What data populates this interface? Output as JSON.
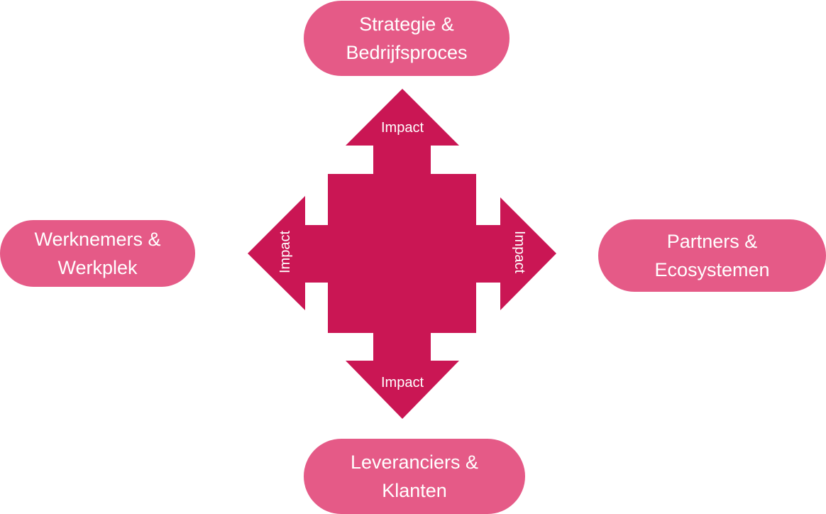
{
  "colors": {
    "pill": "#E55A87",
    "cross": "#CA1654",
    "text": "#FFFFFF"
  },
  "nodes": {
    "top": "Strategie &\nBedrijfsproces",
    "left": "Werknemers &\nWerkplek",
    "right": "Partners &\nEcosystemen",
    "bottom": "Leveranciers &\nKlanten"
  },
  "arrows": {
    "top": "Impact",
    "left": "Impact",
    "right": "Impact",
    "bottom": "Impact"
  }
}
